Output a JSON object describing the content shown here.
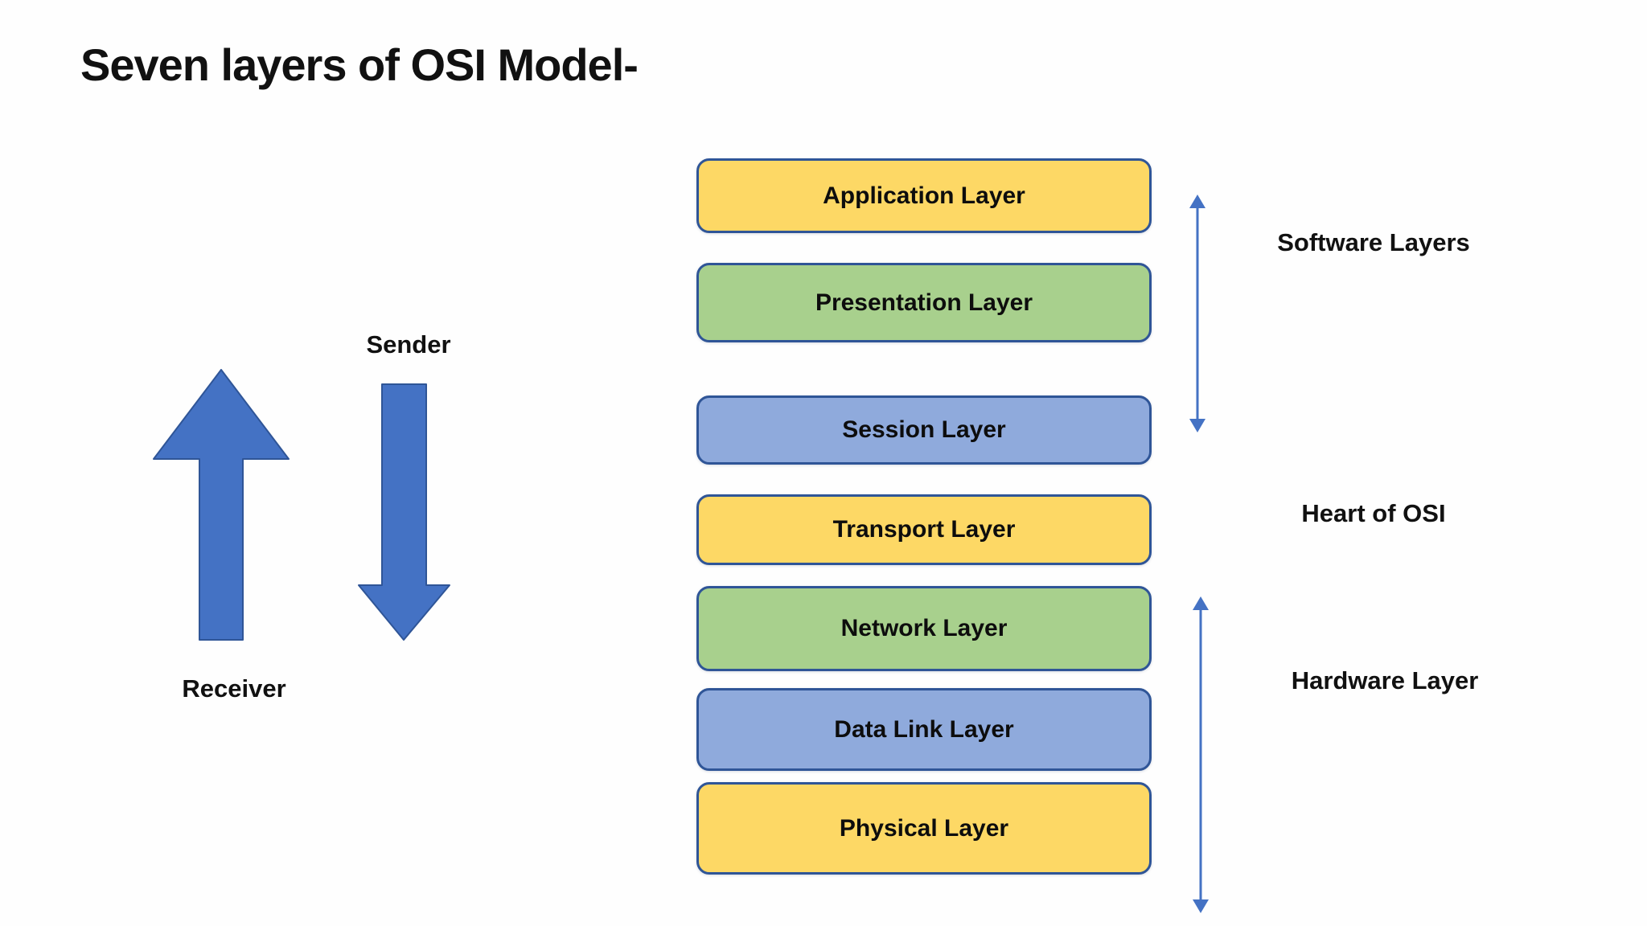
{
  "title": "Seven layers of OSI Model-",
  "flow": {
    "sender_label": "Sender",
    "receiver_label": "Receiver",
    "sender_arrow_icon": "down-arrow",
    "receiver_arrow_icon": "up-arrow"
  },
  "layers": [
    {
      "name": "Application Layer",
      "color": "yellow"
    },
    {
      "name": "Presentation Layer",
      "color": "green"
    },
    {
      "name": "Session Layer",
      "color": "blue"
    },
    {
      "name": "Transport Layer",
      "color": "yellow"
    },
    {
      "name": "Network Layer",
      "color": "green"
    },
    {
      "name": "Data Link Layer",
      "color": "blue"
    },
    {
      "name": "Physical Layer",
      "color": "yellow"
    }
  ],
  "annotations": [
    {
      "label": "Software Layers",
      "arrow_icon": "double-vertical-arrow",
      "covers": [
        "Application Layer",
        "Presentation Layer",
        "Session Layer"
      ]
    },
    {
      "label": "Heart of OSI",
      "arrow_icon": "none",
      "covers": [
        "Transport Layer"
      ]
    },
    {
      "label": "Hardware Layer",
      "arrow_icon": "double-vertical-arrow",
      "covers": [
        "Network Layer",
        "Data Link Layer",
        "Physical Layer"
      ]
    }
  ],
  "colors": {
    "yellow": "#FDD865",
    "green": "#A8D08D",
    "blue": "#8FAADC",
    "box_border": "#2F5597",
    "arrow_fill": "#4472C4",
    "text": "#141414",
    "background": "#FEFEFE"
  }
}
